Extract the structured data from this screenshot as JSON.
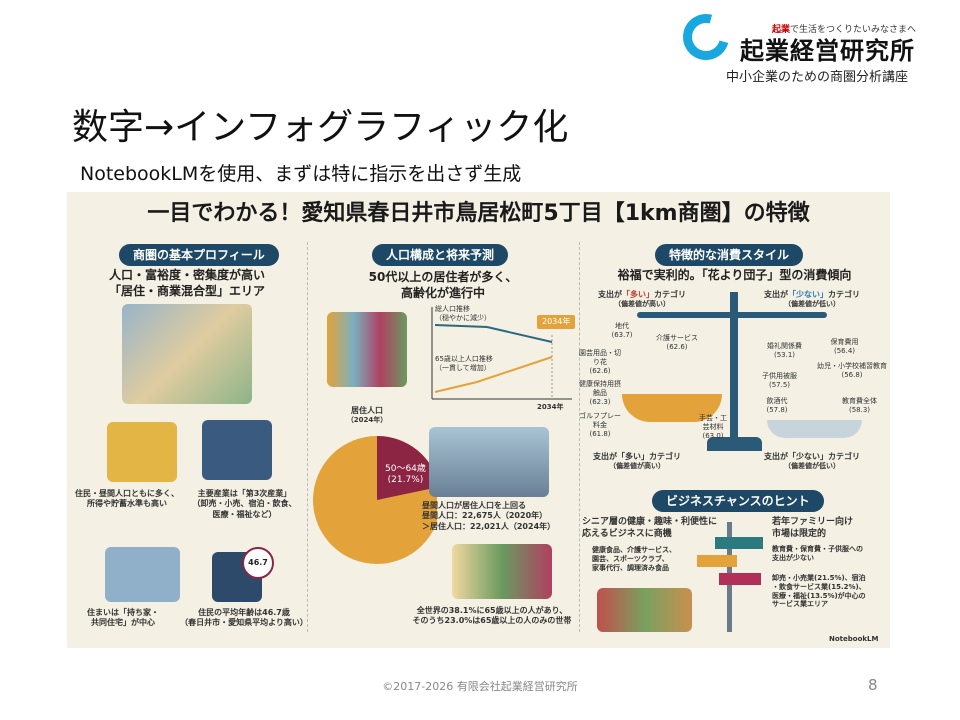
{
  "logo": {
    "tagline_highlight": "起業",
    "tagline": "で生活をつくりたいみなさまへ",
    "name": "起業経営研究所",
    "subtitle": "中小企業のための商圏分析講座"
  },
  "slide": {
    "title": "数字→インフォグラフィック化",
    "subtitle": "NotebookLMを使用、まずは特に指示を出さず生成",
    "page": "8",
    "copyright": "©2017-2026 有限会社起業経営研究所"
  },
  "infographic": {
    "title": "一目でわかる！愛知県春日井市鳥居松町5丁目【1km商圏】の特徴",
    "profile": {
      "pill": "商圏の基本プロフィール",
      "headline1": "人口・富裕度・密集度が高い",
      "headline2": "「居住・商業混合型」エリア",
      "items": [
        {
          "l1": "住民・昼間人口ともに多く、",
          "l2": "所得や貯蓄水準も高い"
        },
        {
          "l1": "主要産業は「第3次産業」",
          "l2": "（卸売・小売、宿泊・飲食、",
          "l3": "医療・福祉など）"
        },
        {
          "l1": "住まいは「持ち家・",
          "l2": "共同住宅」が中心"
        },
        {
          "l1": "住民の平均年齢は46.7歳",
          "l2": "（春日井市・愛知県平均より高い）"
        }
      ],
      "clock_value": "46.7"
    },
    "population": {
      "pill": "人口構成と将来予測",
      "headline1": "50代以上の居住者が多く、",
      "headline2": "高齢化が進行中",
      "line_total": "総人口推移",
      "line_total_note": "（穏やかに減少）",
      "line_65": "65歳以上人口推移",
      "line_65_note": "（一貫して増加）",
      "badge": "2034年",
      "x_label": "2034年",
      "pie_label": "居住人口",
      "pie_year": "（2024年）",
      "pie_slice_label": "50〜64歳",
      "pie_slice_pct": "(21.7%)",
      "pie_slice_value": 21.7,
      "daytime_head": "昼間人口が居住人口を上回る",
      "daytime_1": "昼間人口：22,675人（2020年）",
      "daytime_2": "＞居住人口：22,021人（2024年）",
      "household_1": "全世界の38.1%に65歳以上の人があり、",
      "household_2": "そのうち23.0%は65歳以上の人のみの世帯"
    },
    "consumption": {
      "pill": "特徴的な消費スタイル",
      "headline": "裕福で実利的。「花より団子」型の消費傾向",
      "high_title_pre": "支出が",
      "high_title_em": "「多い」",
      "high_title_post": "カテゴリ",
      "high_note": "（偏差値が高い）",
      "low_title_pre": "支出が",
      "low_title_em": "「少ない」",
      "low_title_post": "カテゴリ",
      "low_note": "（偏差値が低い）",
      "high_items": [
        {
          "name": "地代",
          "v": "(63.7)"
        },
        {
          "name": "介護サービス",
          "v": "(62.6)"
        },
        {
          "name": "園芸用品・切り花",
          "v": "(62.6)"
        },
        {
          "name": "健康保持用摂触品",
          "v": "(62.3)"
        },
        {
          "name": "ゴルフプレー料金",
          "v": "(61.8)"
        },
        {
          "name": "手芸・工芸材料",
          "v": "(63.0)"
        }
      ],
      "low_items": [
        {
          "name": "婚礼関係費",
          "v": "(53.1)"
        },
        {
          "name": "保育費用",
          "v": "(56.4)"
        },
        {
          "name": "子供用被服",
          "v": "(57.5)"
        },
        {
          "name": "幼児・小学校補習教育",
          "v": "(56.8)"
        },
        {
          "name": "飲酒代",
          "v": "(57.8)"
        },
        {
          "name": "教育費全体",
          "v": "(58.3)"
        }
      ],
      "high_bottom": "支出が「多い」カテゴリ",
      "high_bottom_note": "（偏差値が高い）",
      "low_bottom": "支出が「少ない」カテゴリ",
      "low_bottom_note": "（偏差値が低い）"
    },
    "business": {
      "pill": "ビジネスチャンスのヒント",
      "left_head1": "シニア層の健康・趣味・利便性に",
      "left_head2": "応えるビジネスに商機",
      "left_body1": "健康食品、介護サービス、",
      "left_body2": "園芸、スポーツクラブ、",
      "left_body3": "家事代行、調理済み食品",
      "right_head1": "若年ファミリー向け",
      "right_head2": "市場は限定的",
      "right_body1": "教育費・保育費・子供服への",
      "right_body2": "支出が少ない",
      "right_body3": "卸売・小売業(21.5%)、宿泊",
      "right_body4": "・飲食サービス業(15.2%)、",
      "right_body5": "医療・福祉(13.5%)が中心の",
      "right_body6": "サービス業エリア"
    },
    "watermark": "NotebookLM"
  },
  "colors": {
    "navy": "#1d4866",
    "orange": "#e3a33a",
    "maroon": "#8c2444",
    "background": "#f4f0e4",
    "logo_blue": "#19a7e0"
  }
}
